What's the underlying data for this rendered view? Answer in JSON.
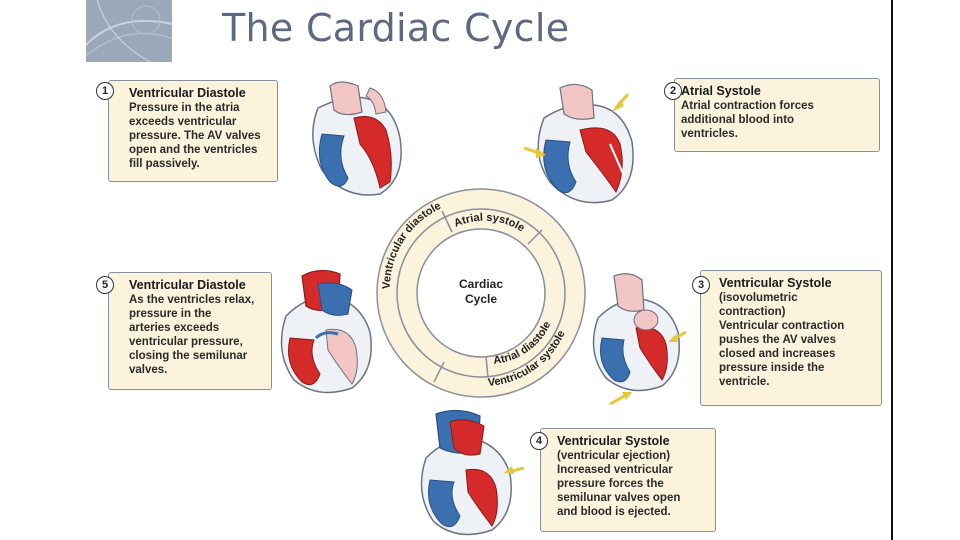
{
  "title": "The Cardiac Cycle",
  "center_label": "Cardiac\nCycle",
  "ring": {
    "inner": [
      "Atrial systole",
      "Atrial diastole"
    ],
    "outer": [
      "Ventricular diastole",
      "Ventricular systole"
    ]
  },
  "steps": [
    {
      "num": "1",
      "title": "Ventricular Diastole",
      "text": "Pressure in the atria\nexceeds ventricular\npressure. The AV valves\nopen and the ventricles\nfill passively."
    },
    {
      "num": "2",
      "title": "Atrial Systole",
      "text": "Atrial contraction forces\nadditional blood into\nventricles."
    },
    {
      "num": "3",
      "title": "Ventricular Systole",
      "text": "(isovolumetric\n  contraction)\nVentricular contraction\npushes the AV valves\nclosed and increases\npressure inside the\nventricle."
    },
    {
      "num": "4",
      "title": "Ventricular Systole",
      "text": "(ventricular ejection)\nIncreased ventricular\npressure forces the\nsemilunar valves open\nand blood is ejected."
    },
    {
      "num": "5",
      "title": "Ventricular Diastole",
      "text": "As the ventricles relax,\npressure in the\narteries exceeds\nventricular pressure,\nclosing the semilunar\nvalves."
    }
  ],
  "colors": {
    "oxygenated": "#d42a2a",
    "deoxygenated": "#3a6fb0",
    "box_fill": "#fbf3dc",
    "ring_fill": "#fbf3dc",
    "arrow": "#e8c63a",
    "title": "#5f6883"
  },
  "icons": [
    "heart-illustration",
    "yellow-arrow-icon",
    "step-number-badge"
  ]
}
